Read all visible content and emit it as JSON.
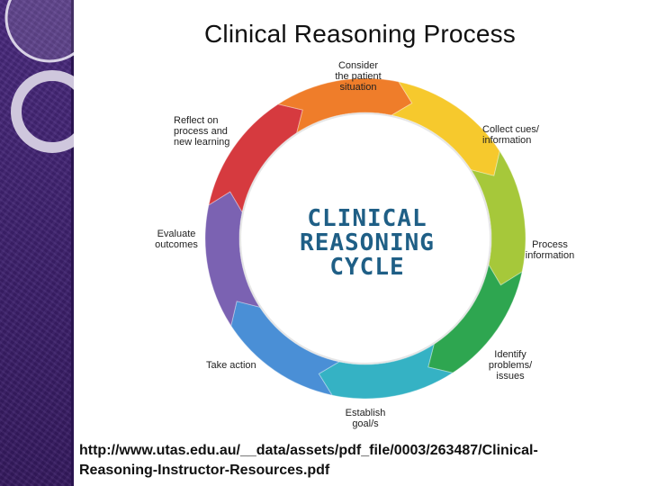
{
  "slide": {
    "title": "Clinical Reasoning Process",
    "source_url_line1": "http://www.utas.edu.au/__data/assets/pdf_file/0003/263487/Clinical-",
    "source_url_line2": "Reasoning-Instructor-Resources.pdf"
  },
  "cycle": {
    "center_line1": "CLINICAL",
    "center_line2": "REASONING",
    "center_line3": "CYCLE",
    "steps": [
      {
        "line1": "Consider",
        "line2": "the patient",
        "line3": "situation",
        "color": "#d63a3f"
      },
      {
        "line1": "Collect cues/",
        "line2": "information",
        "line3": "",
        "color": "#ef7d2a"
      },
      {
        "line1": "Process",
        "line2": "information",
        "line3": "",
        "color": "#f6c92d"
      },
      {
        "line1": "Identify",
        "line2": "problems/",
        "line3": "issues",
        "color": "#a6c83a"
      },
      {
        "line1": "Establish",
        "line2": "goal/s",
        "line3": "",
        "color": "#2ea650"
      },
      {
        "line1": "Take action",
        "line2": "",
        "line3": "",
        "color": "#35b2c4"
      },
      {
        "line1": "Evaluate",
        "line2": "outcomes",
        "line3": "",
        "color": "#4a8fd6"
      },
      {
        "line1": "Reflect on",
        "line2": "process and",
        "line3": "new learning",
        "color": "#7b62b2"
      }
    ]
  },
  "theme": {
    "sidebar_color": "#3f2270",
    "center_text_color": "#1f5f86"
  }
}
